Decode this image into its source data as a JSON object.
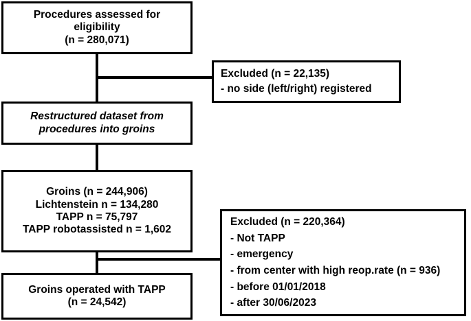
{
  "diagram": {
    "title": "Study flow diagram of procedures assessed for eligibility",
    "ink_color": "#000000",
    "background_color": "#ffffff"
  },
  "nodes": {
    "assessed": {
      "lines": [
        "Procedures assessed for",
        "eligibility",
        "(n = 280,071)"
      ]
    },
    "restructured": {
      "lines": [
        "Restructured dataset from",
        "procedures into groins"
      ]
    },
    "groins": {
      "lines": [
        "Groins (n = 244,906)",
        "Lichtenstein n = 134,280",
        "TAPP n = 75,797",
        "TAPP robotassisted n = 1,602"
      ]
    },
    "operated": {
      "lines": [
        "Groins operated with TAPP",
        "(n = 24,542)"
      ]
    },
    "excluded_1": {
      "lines": [
        "Excluded (n = 22,135)",
        "- no side (left/right) registered"
      ]
    },
    "excluded_2": {
      "heading": "Excluded (n = 220,364)",
      "items": [
        "- Not TAPP",
        "- emergency",
        "- before 01/01/2018",
        "- after 30/06/2023"
      ],
      "center_line_prefix": "- from center with high reop.rate ",
      "center_line_bold": "(n = 936)"
    }
  },
  "connectors": [
    {
      "name": "assessed-to-restructured",
      "orientation": "vertical"
    },
    {
      "name": "assessed-to-excluded-1",
      "orientation": "horizontal"
    },
    {
      "name": "restructured-to-groins",
      "orientation": "vertical"
    },
    {
      "name": "groins-to-operated",
      "orientation": "vertical"
    },
    {
      "name": "groins-to-excluded-2",
      "orientation": "horizontal"
    }
  ]
}
